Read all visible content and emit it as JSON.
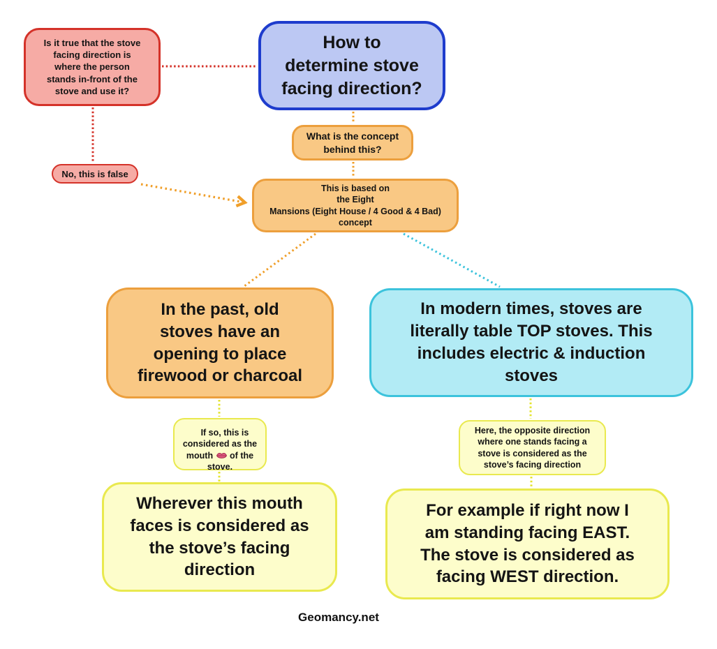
{
  "page": {
    "footer": "Geomancy.net",
    "background": "#ffffff"
  },
  "colors": {
    "red_border": "#d43229",
    "red_fill": "#f6aba5",
    "blue_border": "#1e3ccd",
    "blue_fill": "#bcc8f3",
    "orange_border": "#ec9f3d",
    "orange_fill": "#f9c884",
    "cyan_border": "#3cc3dc",
    "cyan_fill": "#b2ebf5",
    "yellow_border": "#e9e94f",
    "yellow_fill": "#fdfdcb",
    "connector_red": "#d43229",
    "connector_orange": "#f09f2a",
    "connector_cyan": "#3cc3dc",
    "connector_yellow": "#e4e42e"
  },
  "icons": {
    "lips": "lips-icon"
  },
  "diagram": {
    "title": {
      "text": "How to\ndetermine stove\nfacing direction?"
    },
    "question": {
      "text": "Is it true that the stove\nfacing direction is\nwhere the person\nstands in-front of the\nstove and use it?"
    },
    "answer": {
      "text": "No, this is false"
    },
    "concept_question": {
      "text": "What is the concept\nbehind this?"
    },
    "concept": {
      "text": "This is based on\nthe Eight\nMansions (Eight House / 4 Good & 4 Bad)\nconcept"
    },
    "past": {
      "text": "In the past, old\nstoves have an\nopening to place\nfirewood or charcoal"
    },
    "modern": {
      "text": "In modern times, stoves are\nliterally table TOP stoves. This\nincludes electric & induction\nstoves"
    },
    "mouth_note": {
      "before": "If so, this is\nconsidered as the\nmouth ",
      "after": " of the\nstove."
    },
    "mouth_direction": {
      "text": "Wherever this mouth\nfaces is considered as\nthe stove’s facing\ndirection"
    },
    "opposite_note": {
      "text": "Here, the opposite direction\nwhere one stands facing a\nstove is considered as the\nstove’s facing direction"
    },
    "example": {
      "text": "For example if right now I\nam standing facing EAST.\nThe stove is considered as\nfacing WEST direction."
    }
  }
}
